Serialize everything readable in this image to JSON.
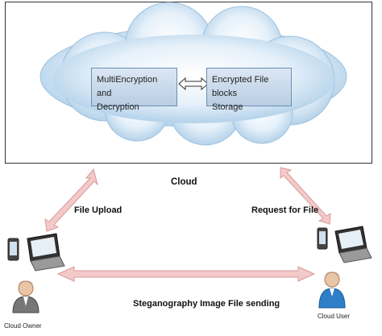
{
  "cloud": {
    "left_box": {
      "line1": "MultiEncryption and",
      "line2": "Decryption"
    },
    "right_box": {
      "line1": "Encrypted File blocks",
      "line2": "Storage"
    },
    "caption": "Cloud"
  },
  "arrows": {
    "upload": "File Upload",
    "request": "Request for File",
    "sending": "Steganography Image File sending"
  },
  "actors": {
    "owner": "Cloud Owner",
    "user": "Cloud User"
  },
  "colors": {
    "arrow": "#f0c4c4",
    "arrow_stroke": "#d89a9a",
    "box": "#c9d9ec",
    "cloud": "#cfe3f3"
  }
}
